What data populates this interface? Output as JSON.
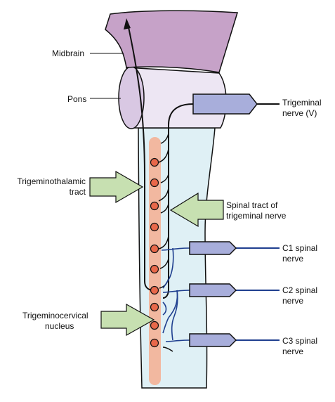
{
  "colors": {
    "midbrain": "#c6a2c8",
    "pons": "#ede6f3",
    "pons_side": "#d9c8e3",
    "spinal_cord": "#dff0f5",
    "nucleus_column": "#f2b8a0",
    "nucleus_dot": "#e8684a",
    "nerve_body": "#a8aedb",
    "spinal_nerve_line": "#1f3f8f",
    "arrow_fill": "#c7e0b1",
    "outline": "#111111"
  },
  "labels": {
    "midbrain": "Midbrain",
    "pons": "Pons",
    "trigeminal_line1": "Trigeminal",
    "trigeminal_line2": "nerve (V)",
    "trigeminothalamic_line1": "Trigeminothalamic",
    "trigeminothalamic_line2": "tract",
    "spinal_tract_line1": "Spinal tract of",
    "spinal_tract_line2": "trigeminal nerve",
    "c1_line1": "C1 spinal",
    "c1_line2": "nerve",
    "c2_line1": "C2 spinal",
    "c2_line2": "nerve",
    "c3_line1": "C3 spinal",
    "c3_line2": "nerve",
    "trigeminocervical_line1": "Trigeminocervical",
    "trigeminocervical_line2": "nucleus"
  },
  "icons": {
    "indicator_arrow": "block-arrow-icon",
    "tract_arrowhead": "arrowhead-icon"
  }
}
